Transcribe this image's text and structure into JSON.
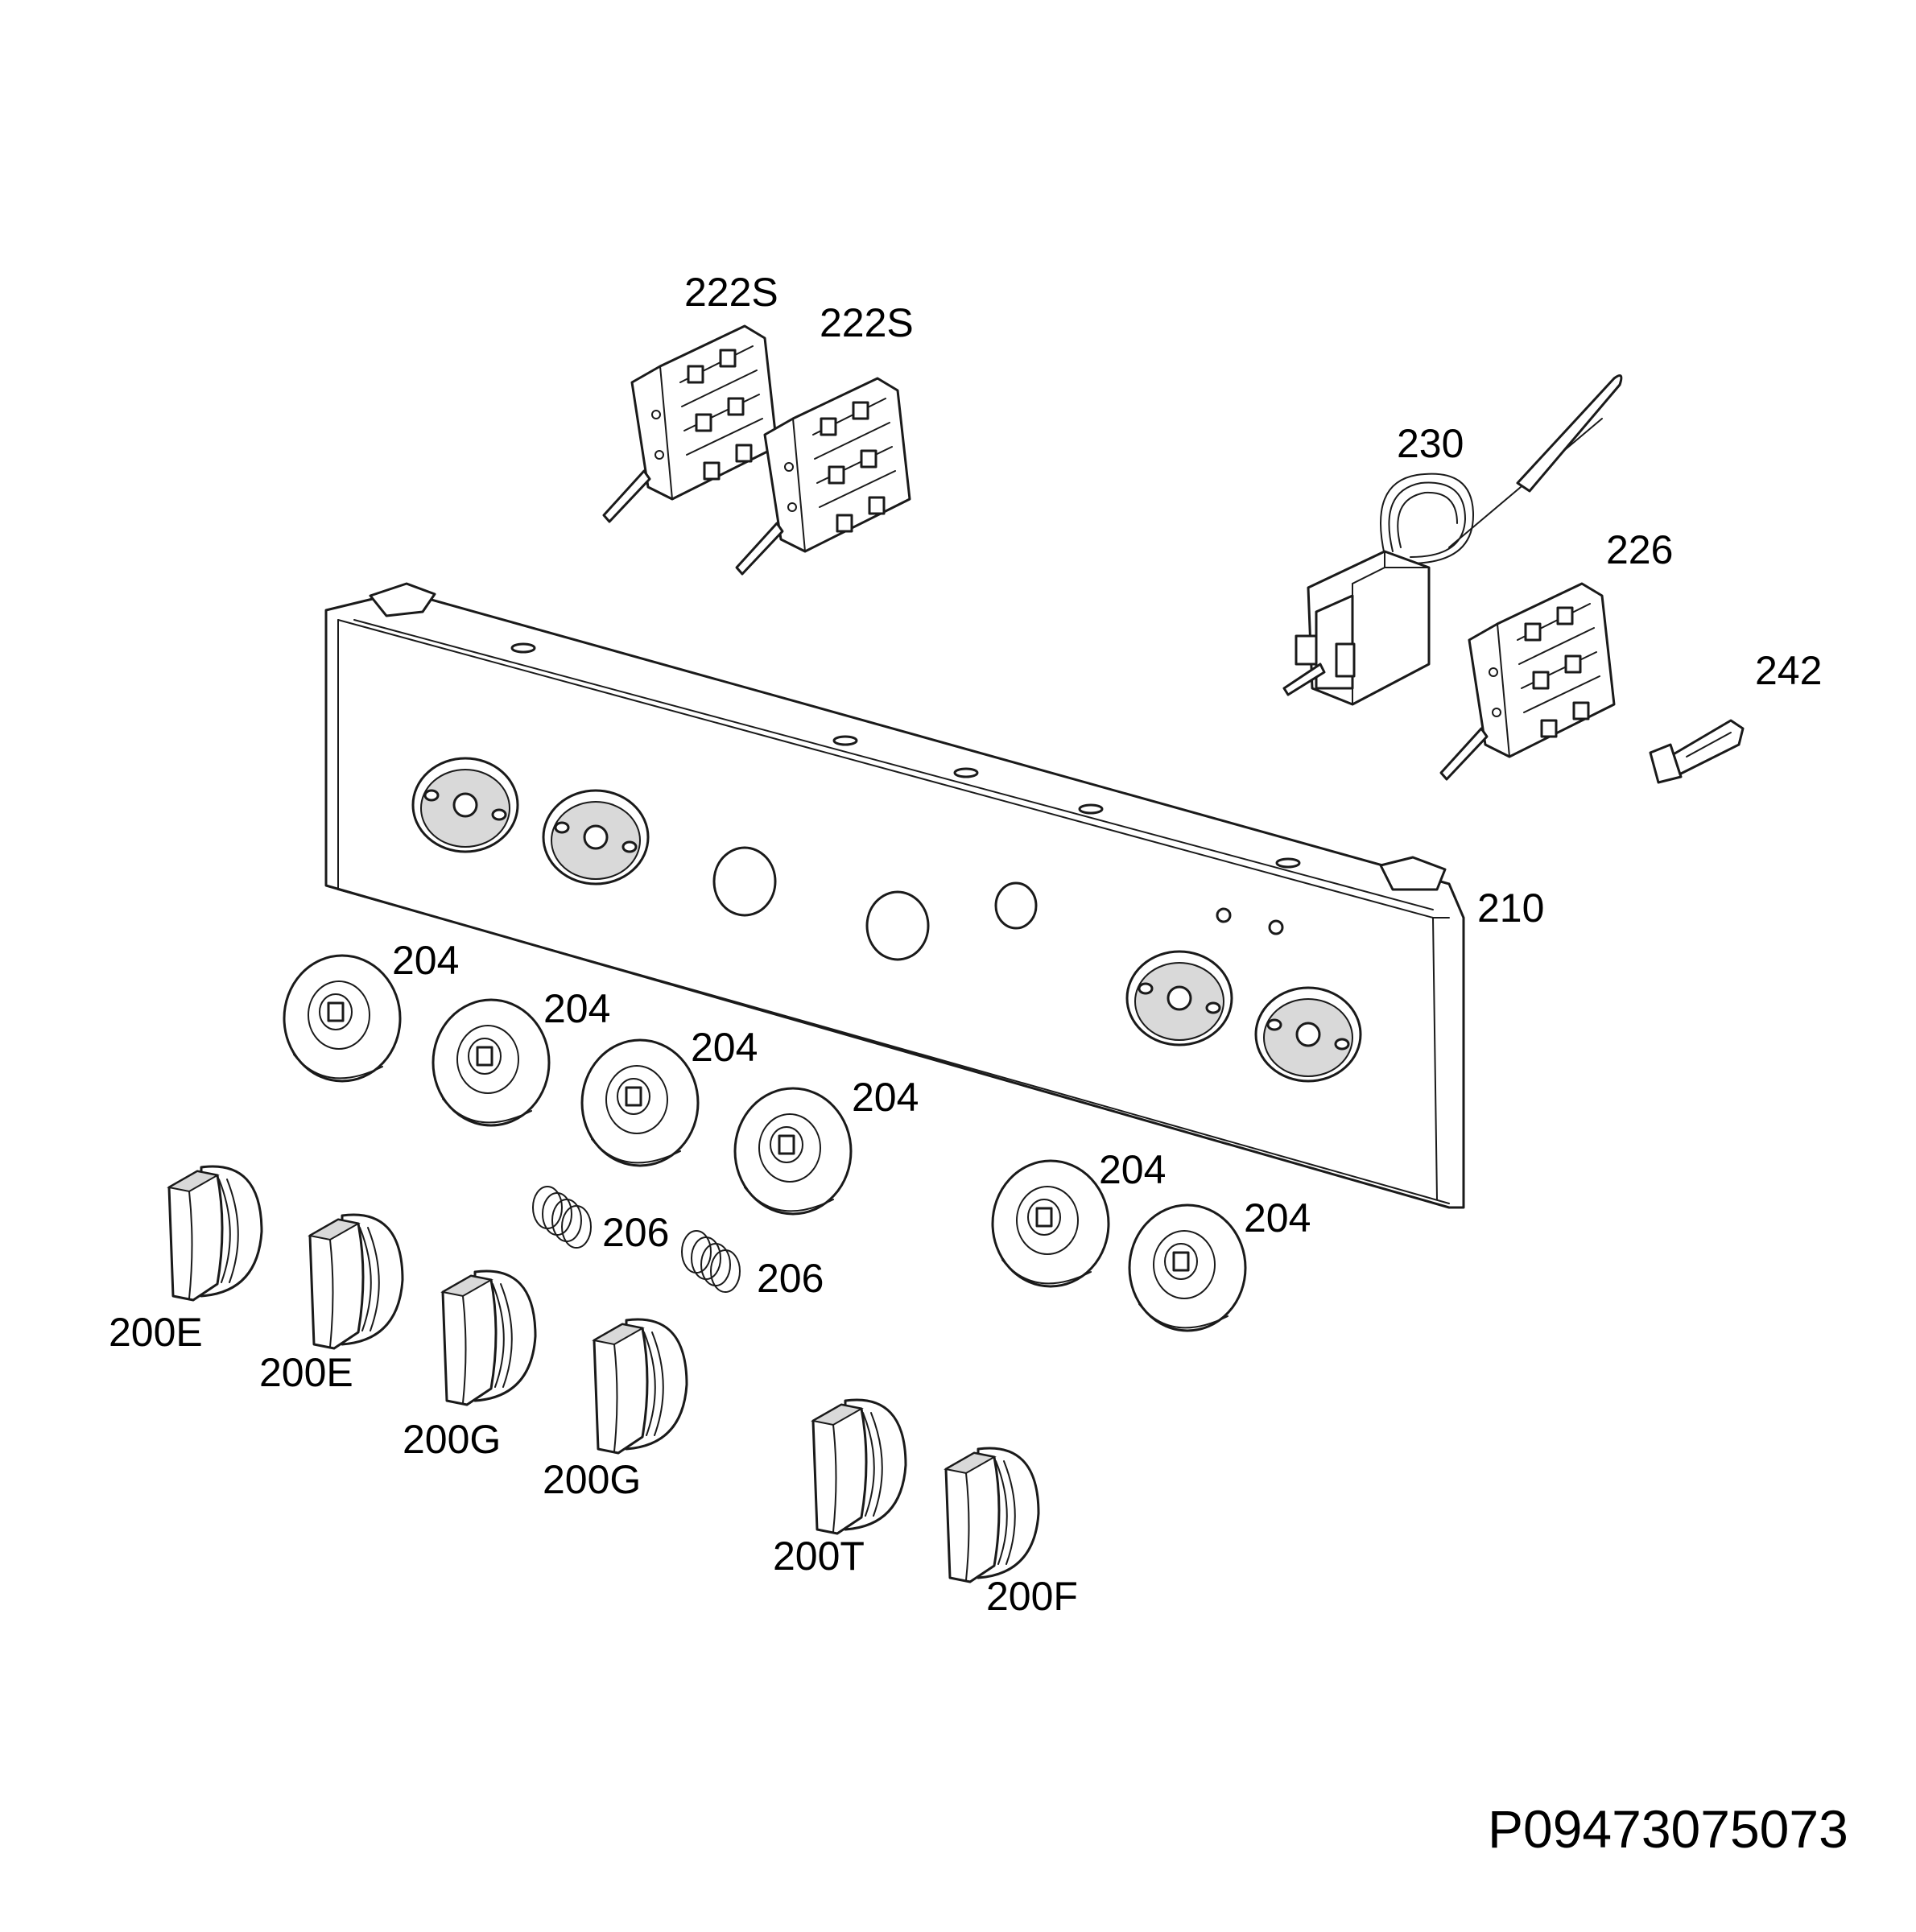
{
  "labels": {
    "p222s_a": "222S",
    "p222s_b": "222S",
    "p230": "230",
    "p226": "226",
    "p242": "242",
    "p210": "210",
    "p204_a": "204",
    "p204_b": "204",
    "p204_c": "204",
    "p204_d": "204",
    "p204_e": "204",
    "p204_f": "204",
    "p206_a": "206",
    "p206_b": "206",
    "p200e_a": "200E",
    "p200e_b": "200E",
    "p200g_a": "200G",
    "p200g_b": "200G",
    "p200t": "200T",
    "p200f": "200F"
  },
  "drawing_id": "P09473075073"
}
